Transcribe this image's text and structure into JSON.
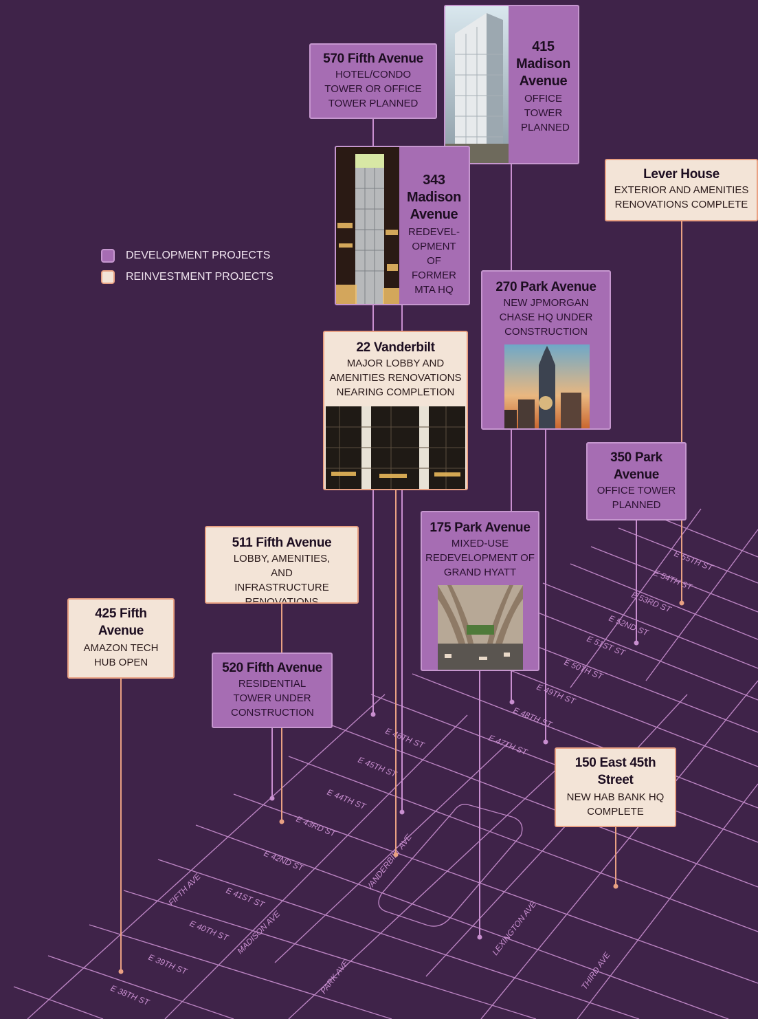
{
  "legend": {
    "development": "DEVELOPMENT PROJECTS",
    "reinvestment": "REINVESTMENT PROJECTS"
  },
  "streets": {
    "e55": "E 55TH ST",
    "e54": "E 54TH ST",
    "e53": "E 53RD ST",
    "e52": "E 52ND ST",
    "e51": "E 51ST ST",
    "e50": "E 50TH ST",
    "e49": "E 49TH ST",
    "e48": "E 48TH ST",
    "e47": "E 47TH ST",
    "e46": "E 46TH ST",
    "e45": "E 45TH ST",
    "e44": "E 44TH ST",
    "e43": "E 43RD ST",
    "e42": "E 42ND ST",
    "e41": "E 41ST ST",
    "e40": "E 40TH ST",
    "e39": "E 39TH ST",
    "e38": "E 38TH ST"
  },
  "avenues": {
    "fifth": "FIFTH AVE",
    "madison": "MADISON AVE",
    "vanderbilt": "VANDERBILT AVE",
    "park": "PARK AVE",
    "lexington": "LEXINGTON AVE",
    "third": "THIRD AVE"
  },
  "projects": {
    "p570": {
      "title": "570 Fifth Avenue",
      "desc": "HOTEL/CONDO TOWER OR OFFICE TOWER PLANNED"
    },
    "p415": {
      "title": "415 Madison Avenue",
      "desc": "OFFICE TOWER PLANNED"
    },
    "lever": {
      "title": "Lever House",
      "desc": "EXTERIOR AND AMENITIES RENOVATIONS COMPLETE"
    },
    "p343": {
      "title": "343 Madison Avenue",
      "desc": "REDEVEL-OPMENT OF FORMER MTA HQ"
    },
    "p270": {
      "title": "270 Park Avenue",
      "desc": "NEW JPMORGAN CHASE HQ UNDER CONSTRUCTION"
    },
    "v22": {
      "title": "22 Vanderbilt",
      "desc": "MAJOR LOBBY AND AMENITIES RENOVATIONS NEARING COMPLETION"
    },
    "p350": {
      "title": "350 Park Avenue",
      "desc": "OFFICE TOWER PLANNED"
    },
    "p175": {
      "title": "175 Park Avenue",
      "desc": "MIXED-USE REDEVELOPMENT OF GRAND HYATT"
    },
    "p511": {
      "title": "511 Fifth Avenue",
      "desc": "LOBBY, AMENITIES, AND INFRASTRUCTURE RENOVATIONS COMPLETE"
    },
    "p425": {
      "title": "425 Fifth Avenue",
      "desc": "AMAZON TECH HUB OPEN"
    },
    "p520": {
      "title": "520 Fifth Avenue",
      "desc": "RESIDENTIAL TOWER UNDER CONSTRUCTION"
    },
    "e150": {
      "title": "150 East 45th Street",
      "desc": "NEW HAB BANK HQ COMPLETE"
    }
  },
  "colors": {
    "background": "#3f2349",
    "development": "#a66db3",
    "reinvestment": "#f3e4d7",
    "street_line": "#c98fd0",
    "reinvestment_leader": "#e9a183"
  }
}
